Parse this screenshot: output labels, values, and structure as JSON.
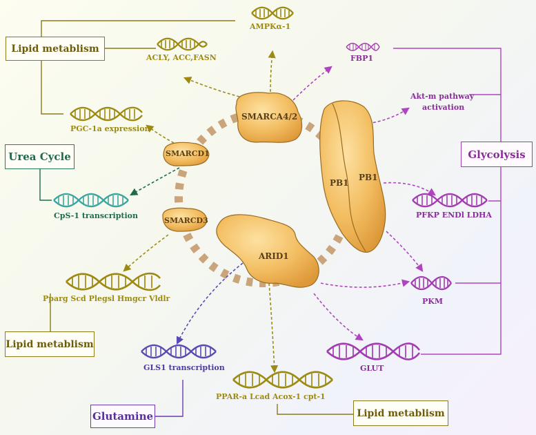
{
  "colors": {
    "olive": "#9c8a12",
    "green": "#1e6a4c",
    "teal": "#3aa6a0",
    "purple": "#a33cb0",
    "indigo": "#5a48b4",
    "protein": "#f0b552",
    "ring": "#caa47a"
  },
  "boxes": {
    "lipid_top": "Lipid metablism",
    "urea_cycle": "Urea Cycle",
    "glycolysis": "Glycolysis",
    "lipid_left": "Lipid metablism",
    "glutamine": "Glutamine",
    "lipid_bottom": "Lipid metablism"
  },
  "proteins": {
    "smarca": "SMARCA4/2",
    "smarcd1": "SMARCD1",
    "smarcd3": "SMARCD3",
    "arid1": "ARID1",
    "pb1_left": "PB1",
    "pb1_right": "PB1"
  },
  "genes": {
    "ampk": "AMPKα-1",
    "acly": "ACLY, ACC,FASN",
    "fbp1": "FBP1",
    "akt_line1": "Akt-m pathway",
    "akt_line2": "activation",
    "pgc": "PGC-1a expression",
    "cps": "CpS-1 transcription",
    "pfkp": "PFKP  ENDl  LDHA",
    "pparg": "Pparg  Scd  Plegsl  Hmgcr  Vldlr",
    "pkm": "PKM",
    "gls1": "GLS1 transcription",
    "glut": "GLUT",
    "ppar": "PPAR-a  Lcad  Acox-1  cpt-1"
  }
}
